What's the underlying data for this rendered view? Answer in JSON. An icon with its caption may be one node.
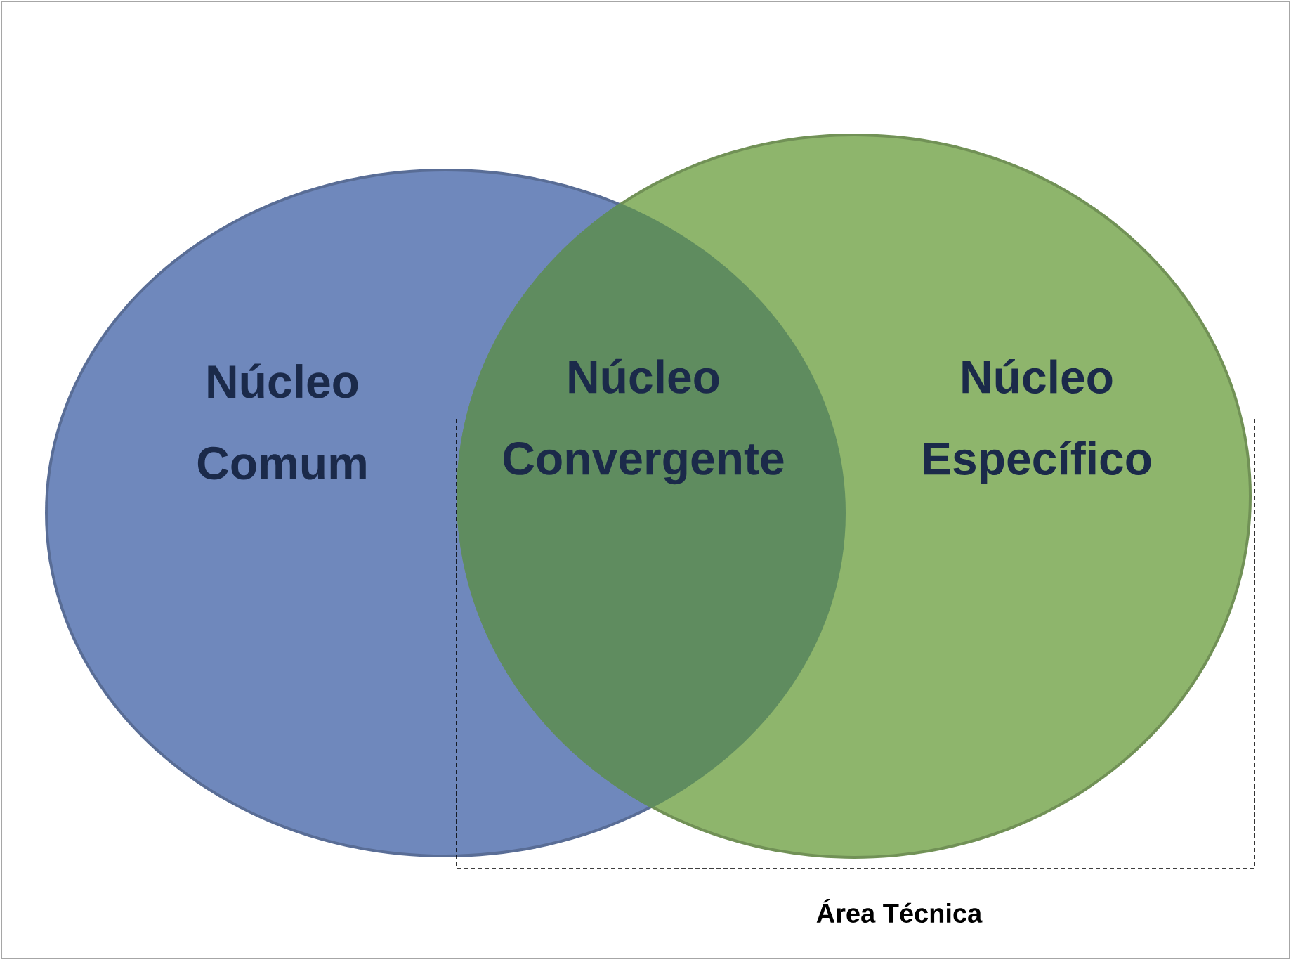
{
  "diagram": {
    "nodes": [
      {
        "text": [
          "Núcleo Comum"
        ]
      },
      {
        "text": [
          "Núcleo Convergente"
        ]
      },
      {
        "text": [
          "Núcleo Específico"
        ]
      }
    ],
    "labels": [
      "Área Técnica"
    ]
  }
}
